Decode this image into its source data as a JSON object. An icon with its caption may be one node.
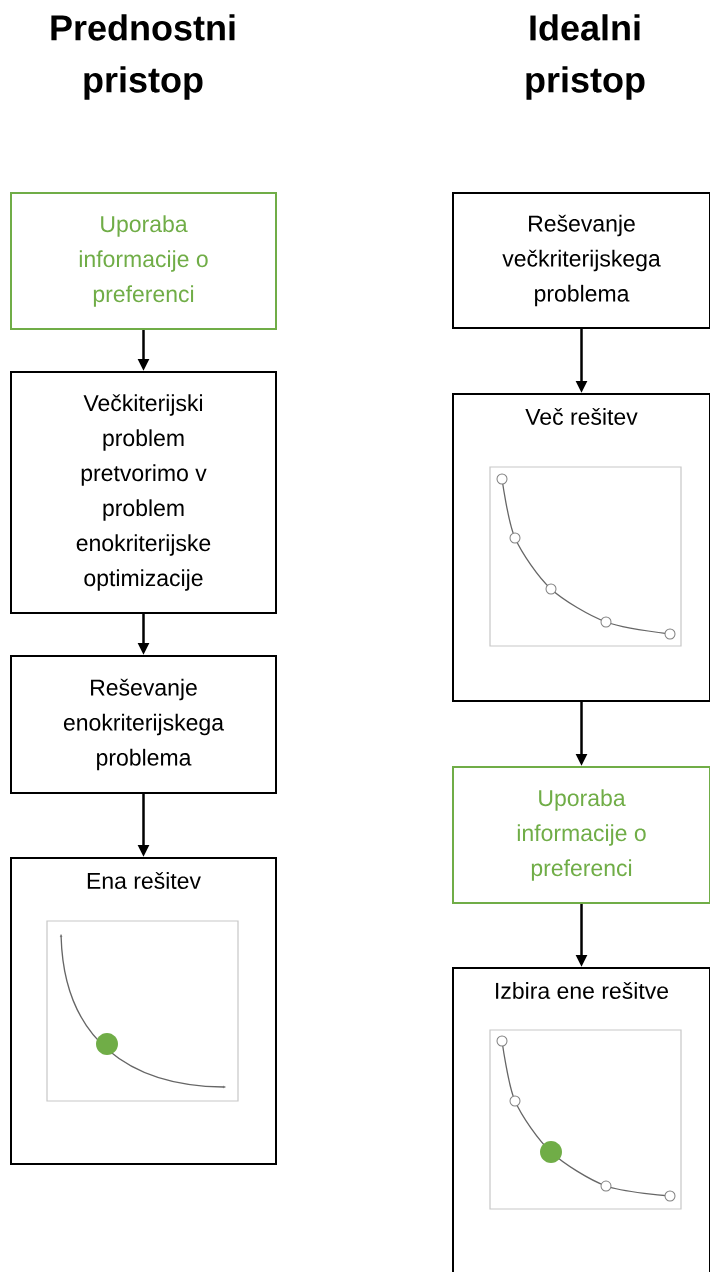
{
  "diagram": {
    "nodes": [
      {
        "text": [
          "Uporaba informacije o preferenci"
        ]
      },
      {
        "text": [
          "Večkiterijski problem pretvorimo v problem enokriterijske optimizacije"
        ]
      },
      {
        "text": [
          "Reševanje enokriterijskega problema"
        ]
      },
      {
        "text": [
          "Ena rešitev"
        ]
      },
      {
        "text": [
          "Reševanje večkriterijskega problema"
        ]
      },
      {
        "text": [
          "Več rešitev"
        ]
      },
      {
        "text": [
          "Uporaba informacije o preferenci"
        ]
      },
      {
        "text": [
          "Izbira ene rešitve"
        ]
      }
    ],
    "edges": [
      {
        "from": 0,
        "to": 1,
        "arrow": "to"
      },
      {
        "from": 1,
        "to": 2,
        "arrow": "to"
      },
      {
        "from": 2,
        "to": 3,
        "arrow": "to"
      },
      {
        "from": 4,
        "to": 5,
        "arrow": "to"
      },
      {
        "from": 5,
        "to": 6,
        "arrow": "to"
      },
      {
        "from": 6,
        "to": 7,
        "arrow": "to"
      }
    ],
    "labels": [
      "Prednostni pristop",
      "Idealni pristop"
    ]
  }
}
